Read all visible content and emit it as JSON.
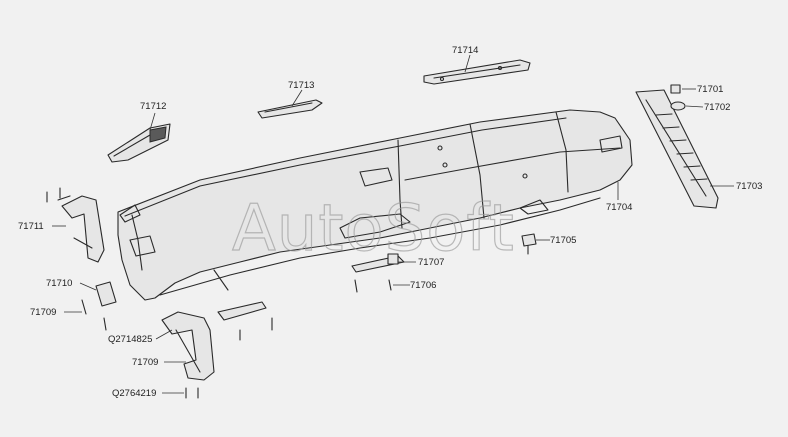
{
  "watermark": "AutoSoft",
  "callouts": {
    "c71701": "71701",
    "c71702": "71702",
    "c71703": "71703",
    "c71704": "71704",
    "c71705": "71705",
    "c71706": "71706",
    "c71707": "71707",
    "c71709a": "71709",
    "c71709b": "71709",
    "c71710": "71710",
    "c71711": "71711",
    "c71712": "71712",
    "c71713": "71713",
    "c71714": "71714",
    "q2714825": "Q2714825",
    "q2764219": "Q2764219"
  }
}
